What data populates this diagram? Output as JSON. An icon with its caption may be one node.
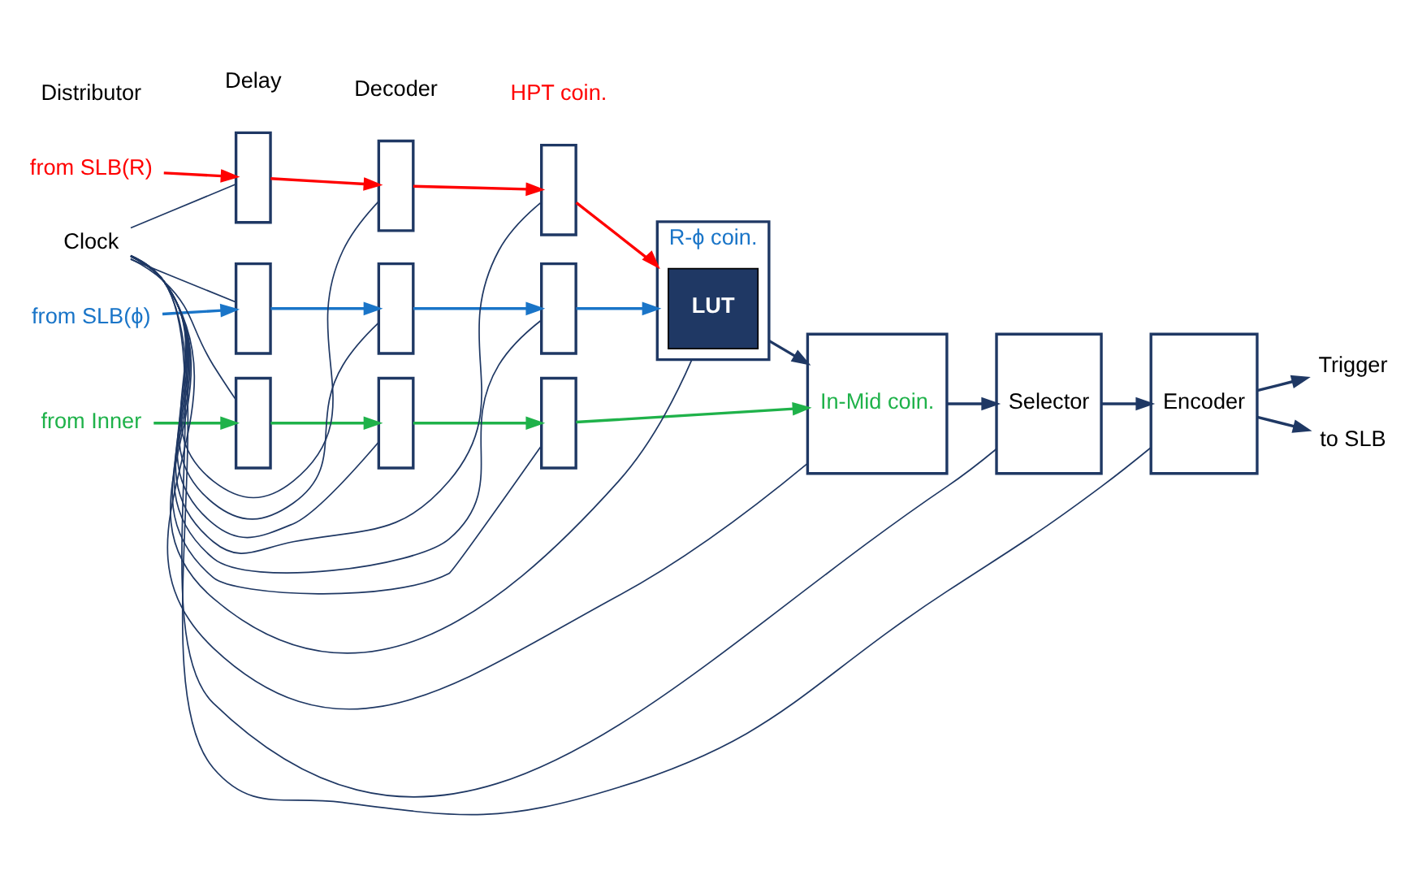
{
  "diagram": {
    "nodes": [
      {
        "text": [
          "from SLB(R)"
        ]
      },
      {
        "text": [
          "from SLB(ϕ)"
        ]
      },
      {
        "text": [
          "from Inner"
        ]
      },
      {
        "text": [],
        "shape": "box"
      },
      {
        "text": [],
        "shape": "box"
      },
      {
        "text": [],
        "shape": "box"
      },
      {
        "text": [],
        "shape": "box"
      },
      {
        "text": [],
        "shape": "box"
      },
      {
        "text": [],
        "shape": "box"
      },
      {
        "text": [],
        "shape": "box"
      },
      {
        "text": [],
        "shape": "box"
      },
      {
        "text": [],
        "shape": "box"
      },
      {
        "text": [
          "R-ϕ coin."
        ]
      },
      {
        "text": [
          "LUT"
        ],
        "in": 12
      },
      {
        "text": [
          "In-Mid coin."
        ]
      },
      {
        "text": [
          "Selector"
        ]
      },
      {
        "text": [
          "Encoder"
        ]
      },
      {
        "text": [
          "Trigger"
        ]
      },
      {
        "text": [
          "to SLB"
        ]
      },
      {
        "text": [
          "Clock"
        ]
      }
    ],
    "edges": [
      {
        "from": 0,
        "to": 3,
        "arrow": "to",
        "color": "#ff0000"
      },
      {
        "from": 3,
        "to": 6,
        "arrow": "to",
        "color": "#ff0000"
      },
      {
        "from": 6,
        "to": 9,
        "arrow": "to",
        "color": "#ff0000"
      },
      {
        "from": 9,
        "to": 12,
        "arrow": "to",
        "color": "#ff0000"
      },
      {
        "from": 1,
        "to": 4,
        "arrow": "to",
        "color": "#1a75c8"
      },
      {
        "from": 4,
        "to": 7,
        "arrow": "to",
        "color": "#1a75c8"
      },
      {
        "from": 7,
        "to": 10,
        "arrow": "to",
        "color": "#1a75c8"
      },
      {
        "from": 10,
        "to": 12,
        "arrow": "to",
        "color": "#1a75c8"
      },
      {
        "from": 2,
        "to": 5,
        "arrow": "to",
        "color": "#1fb24a"
      },
      {
        "from": 5,
        "to": 8,
        "arrow": "to",
        "color": "#1fb24a"
      },
      {
        "from": 8,
        "to": 11,
        "arrow": "to",
        "color": "#1fb24a"
      },
      {
        "from": 11,
        "to": 14,
        "arrow": "to",
        "color": "#1fb24a"
      },
      {
        "from": 12,
        "to": 14,
        "arrow": "to"
      },
      {
        "from": 14,
        "to": 15,
        "arrow": "to"
      },
      {
        "from": 15,
        "to": 16,
        "arrow": "to"
      },
      {
        "from": 16,
        "to": 17,
        "arrow": "to"
      },
      {
        "from": 16,
        "to": 18,
        "arrow": "to"
      },
      {
        "from": 19,
        "to": 3,
        "arrow": "none"
      },
      {
        "from": 19,
        "to": 4,
        "arrow": "none"
      },
      {
        "from": 19,
        "to": 5,
        "arrow": "none"
      },
      {
        "from": 19,
        "to": 6,
        "arrow": "none"
      },
      {
        "from": 19,
        "to": 7,
        "arrow": "none"
      },
      {
        "from": 19,
        "to": 8,
        "arrow": "none"
      },
      {
        "from": 19,
        "to": 9,
        "arrow": "none"
      },
      {
        "from": 19,
        "to": 10,
        "arrow": "none"
      },
      {
        "from": 19,
        "to": 11,
        "arrow": "none"
      },
      {
        "from": 19,
        "to": 12,
        "arrow": "none"
      },
      {
        "from": 19,
        "to": 14,
        "arrow": "none"
      },
      {
        "from": 19,
        "to": 15,
        "arrow": "none"
      },
      {
        "from": 19,
        "to": 16,
        "arrow": "none"
      }
    ],
    "labels": [
      "Delay",
      "Decoder",
      "HPT coin.",
      "Distributor"
    ]
  }
}
